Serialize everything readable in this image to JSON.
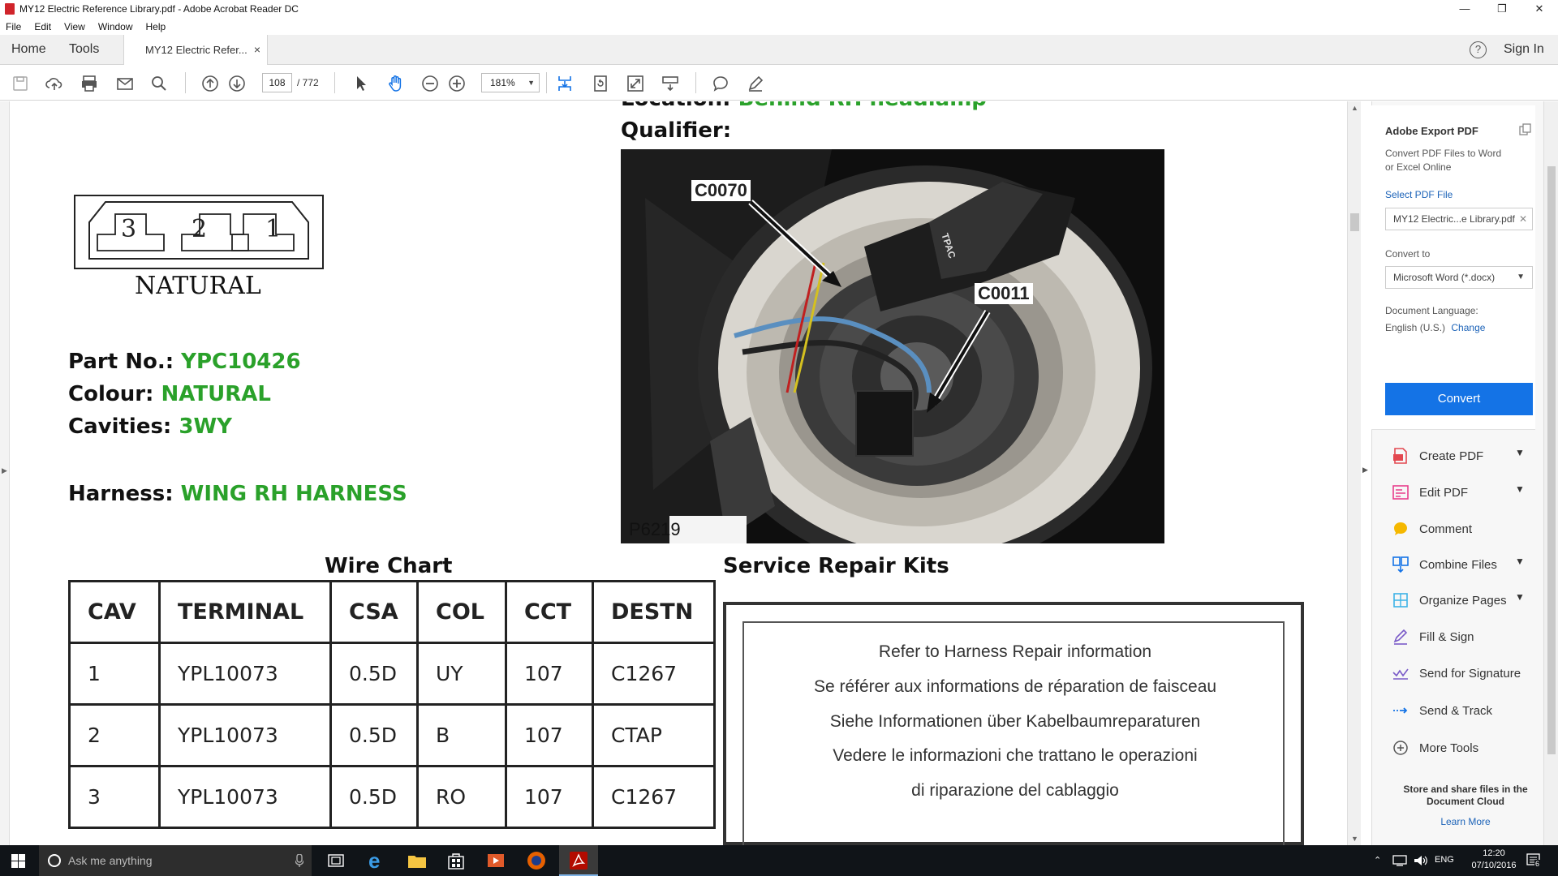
{
  "window": {
    "title": "MY12 Electric Reference Library.pdf - Adobe Acrobat Reader DC",
    "controls": [
      "—",
      "❐",
      "✕"
    ]
  },
  "menu": [
    "File",
    "Edit",
    "View",
    "Window",
    "Help"
  ],
  "tabs": {
    "home": "Home",
    "tools": "Tools",
    "document": "MY12 Electric Refer...",
    "close": "×",
    "help": "?",
    "sign_in": "Sign In"
  },
  "toolbar": {
    "page_current": "108",
    "page_total": "/   772",
    "zoom": "181%",
    "icons": [
      "save-icon",
      "upload-icon",
      "print-icon",
      "email-icon",
      "search-icon",
      "prev-page-icon",
      "next-page-icon",
      "select-icon",
      "hand-icon",
      "zoom-out-icon",
      "zoom-in-icon",
      "fit-page-icon",
      "rotate-icon",
      "full-screen-icon",
      "scroll-mode-icon",
      "comment-icon",
      "sign-icon"
    ]
  },
  "document": {
    "location_label": "Location: ",
    "location_value": "Behind RH headlamp",
    "qualifier_label": "Qualifier:",
    "connector_cavities": [
      "3",
      "2",
      "1"
    ],
    "connector_colour_caption": "NATURAL",
    "part_no_label": "Part No.: ",
    "part_no": "YPC10426",
    "colour_label": "Colour: ",
    "colour": "NATURAL",
    "cavities_label": "Cavities: ",
    "cavities": "3WY",
    "harness_label": "Harness: ",
    "harness": "WING RH HARNESS",
    "wire_chart_title": "Wire Chart",
    "wire_chart": {
      "headers": [
        "CAV",
        "TERMINAL",
        "CSA",
        "COL",
        "CCT",
        "DESTN"
      ],
      "rows": [
        [
          "1",
          "YPL10073",
          "0.5D",
          "UY",
          "107",
          "C1267"
        ],
        [
          "2",
          "YPL10073",
          "0.5D",
          "B",
          "107",
          "CTAP"
        ],
        [
          "3",
          "YPL10073",
          "0.5D",
          "RO",
          "107",
          "C1267"
        ]
      ]
    },
    "service_repair_title": "Service Repair Kits",
    "service_lines": [
      "Refer to Harness Repair information",
      "Se référer aux informations de réparation de faisceau",
      "Siehe Informationen über Kabelbaumreparaturen",
      "Vedere le informazioni che trattano le operazioni",
      "di riparazione del cablaggio"
    ],
    "photo": {
      "callout_1": "C0070",
      "callout_2": "C0011",
      "photo_id": "P6219",
      "connector_text": "TPAC"
    }
  },
  "right_panel": {
    "export_title": "Adobe Export PDF",
    "export_desc_1": "Convert PDF Files to Word",
    "export_desc_2": "or Excel Online",
    "select_file": "Select PDF File",
    "file_name": "MY12 Electric...e Library.pdf",
    "convert_to_label": "Convert to",
    "convert_to_value": "Microsoft Word (*.docx)",
    "doc_language_label": "Document Language:",
    "doc_language_value": "English (U.S.)",
    "change_link": "Change",
    "convert_button": "Convert",
    "tools": [
      {
        "label": "Create PDF",
        "icon": "create-pdf-icon",
        "color": "#e34850",
        "chevron": true
      },
      {
        "label": "Edit PDF",
        "icon": "edit-pdf-icon",
        "color": "#e83e8c",
        "chevron": true
      },
      {
        "label": "Comment",
        "icon": "comment-icon",
        "color": "#f5b800",
        "chevron": false
      },
      {
        "label": "Combine Files",
        "icon": "combine-files-icon",
        "color": "#1473e6",
        "chevron": true
      },
      {
        "label": "Organize Pages",
        "icon": "organize-pages-icon",
        "color": "#3db3e6",
        "chevron": true
      },
      {
        "label": "Fill & Sign",
        "icon": "fill-sign-icon",
        "color": "#7a5bc8",
        "chevron": false
      },
      {
        "label": "Send for Signature",
        "icon": "send-signature-icon",
        "color": "#7a5bc8",
        "chevron": false
      },
      {
        "label": "Send & Track",
        "icon": "send-track-icon",
        "color": "#1473e6",
        "chevron": false
      },
      {
        "label": "More Tools",
        "icon": "more-tools-icon",
        "color": "#555555",
        "chevron": false
      }
    ],
    "cloud_text_1": "Store and share files in the",
    "cloud_text_2": "Document Cloud",
    "learn_more": "Learn More"
  },
  "taskbar": {
    "search_placeholder": "Ask me anything",
    "language": "ENG",
    "time": "12:20",
    "date": "07/10/2016",
    "notification_count": "6"
  },
  "colors": {
    "accent_green": "#2aa12a",
    "convert_blue": "#1473e6",
    "acrobat_red": "#d0242b"
  }
}
